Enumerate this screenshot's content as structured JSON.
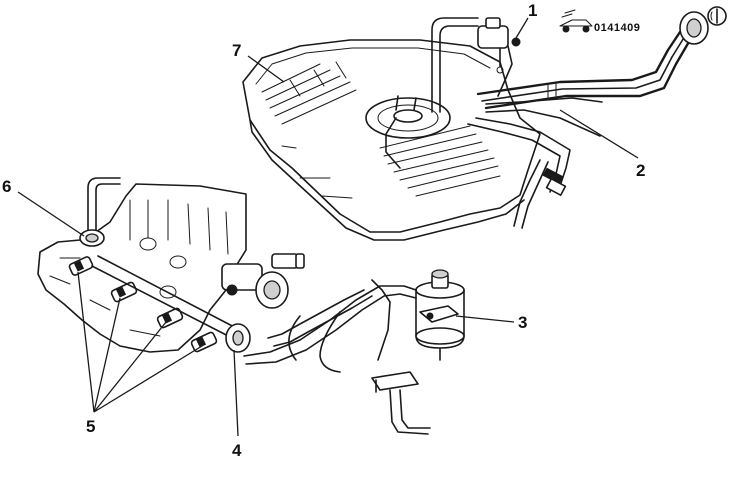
{
  "figure": {
    "code": "0141409",
    "callouts": {
      "c1": "1",
      "c2": "2",
      "c3": "3",
      "c4": "4",
      "c5": "5",
      "c6": "6",
      "c7": "7"
    },
    "icons": [
      "vehicle-orientation-icon",
      "fuel-cap-icon"
    ]
  }
}
